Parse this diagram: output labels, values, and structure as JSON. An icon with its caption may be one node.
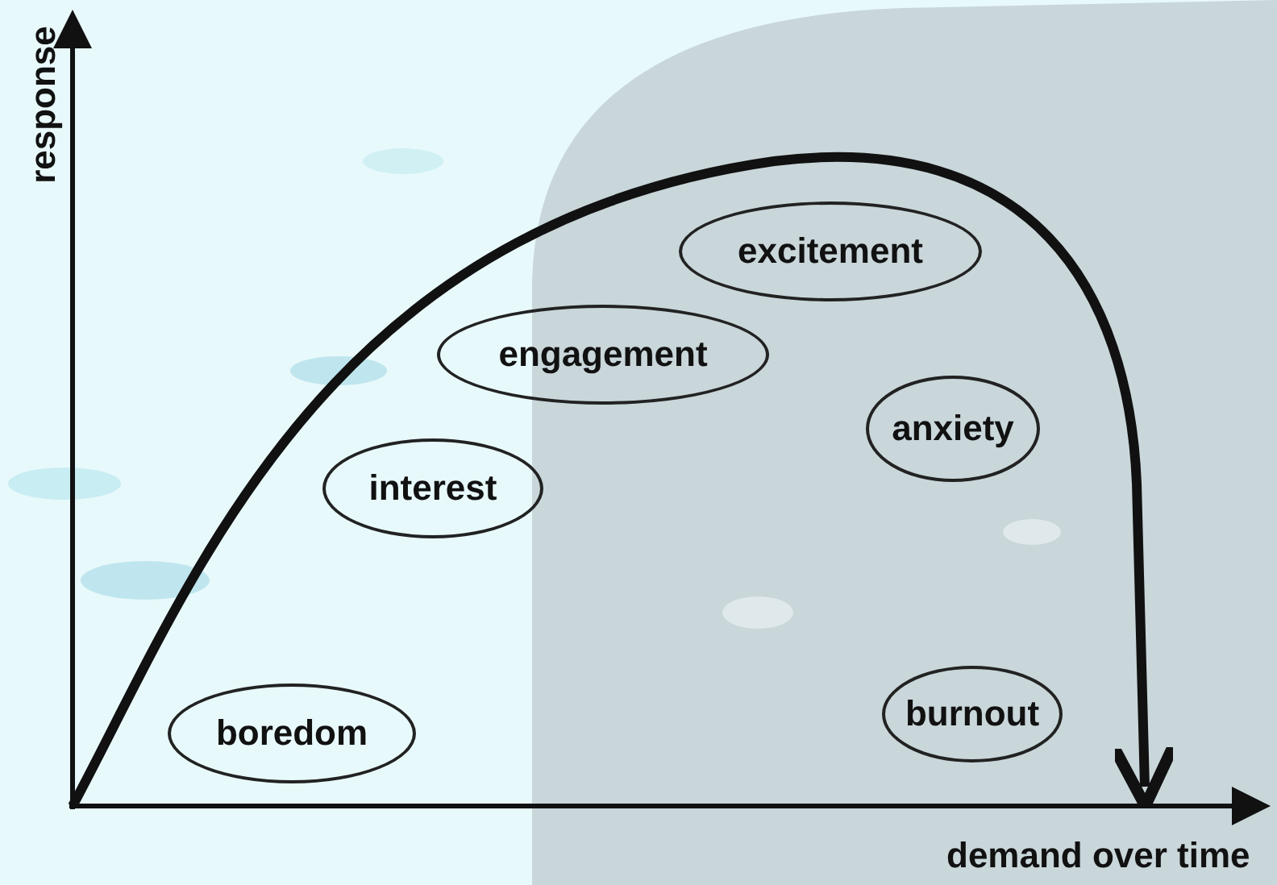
{
  "diagram": {
    "nodes": [
      {
        "text": [
          "excitement"
        ]
      },
      {
        "text": [
          "engagement"
        ]
      },
      {
        "text": [
          "anxiety"
        ]
      },
      {
        "text": [
          "interest"
        ]
      },
      {
        "text": [
          "burnout"
        ]
      },
      {
        "text": [
          "boredom"
        ]
      }
    ],
    "labels": [
      "response",
      "demand over time"
    ]
  }
}
